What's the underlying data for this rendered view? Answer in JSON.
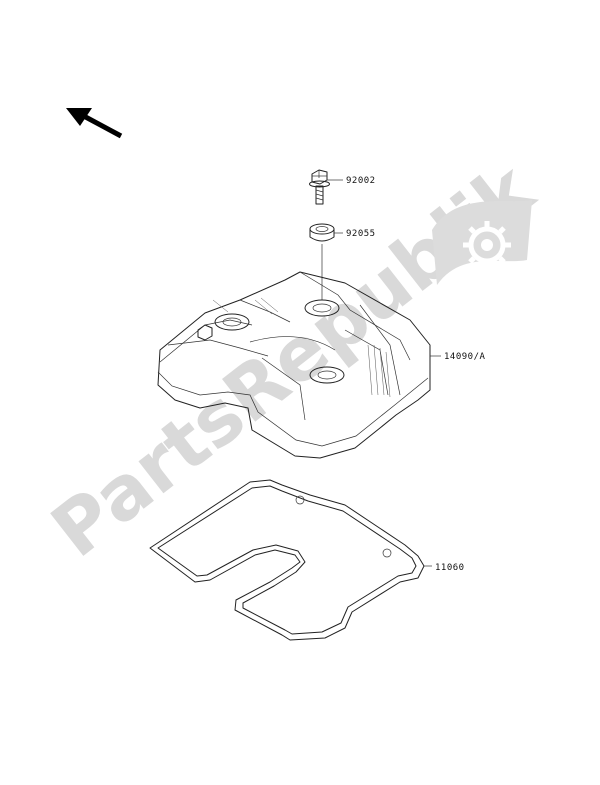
{
  "watermark": {
    "text": "PartsRepublik",
    "icon": "gear-icon"
  },
  "orientation_arrow": {
    "icon": "arrow-up-left-icon"
  },
  "parts": [
    {
      "number": "92002"
    },
    {
      "number": "92055"
    },
    {
      "number": "14090/A"
    },
    {
      "number": "11060"
    }
  ]
}
